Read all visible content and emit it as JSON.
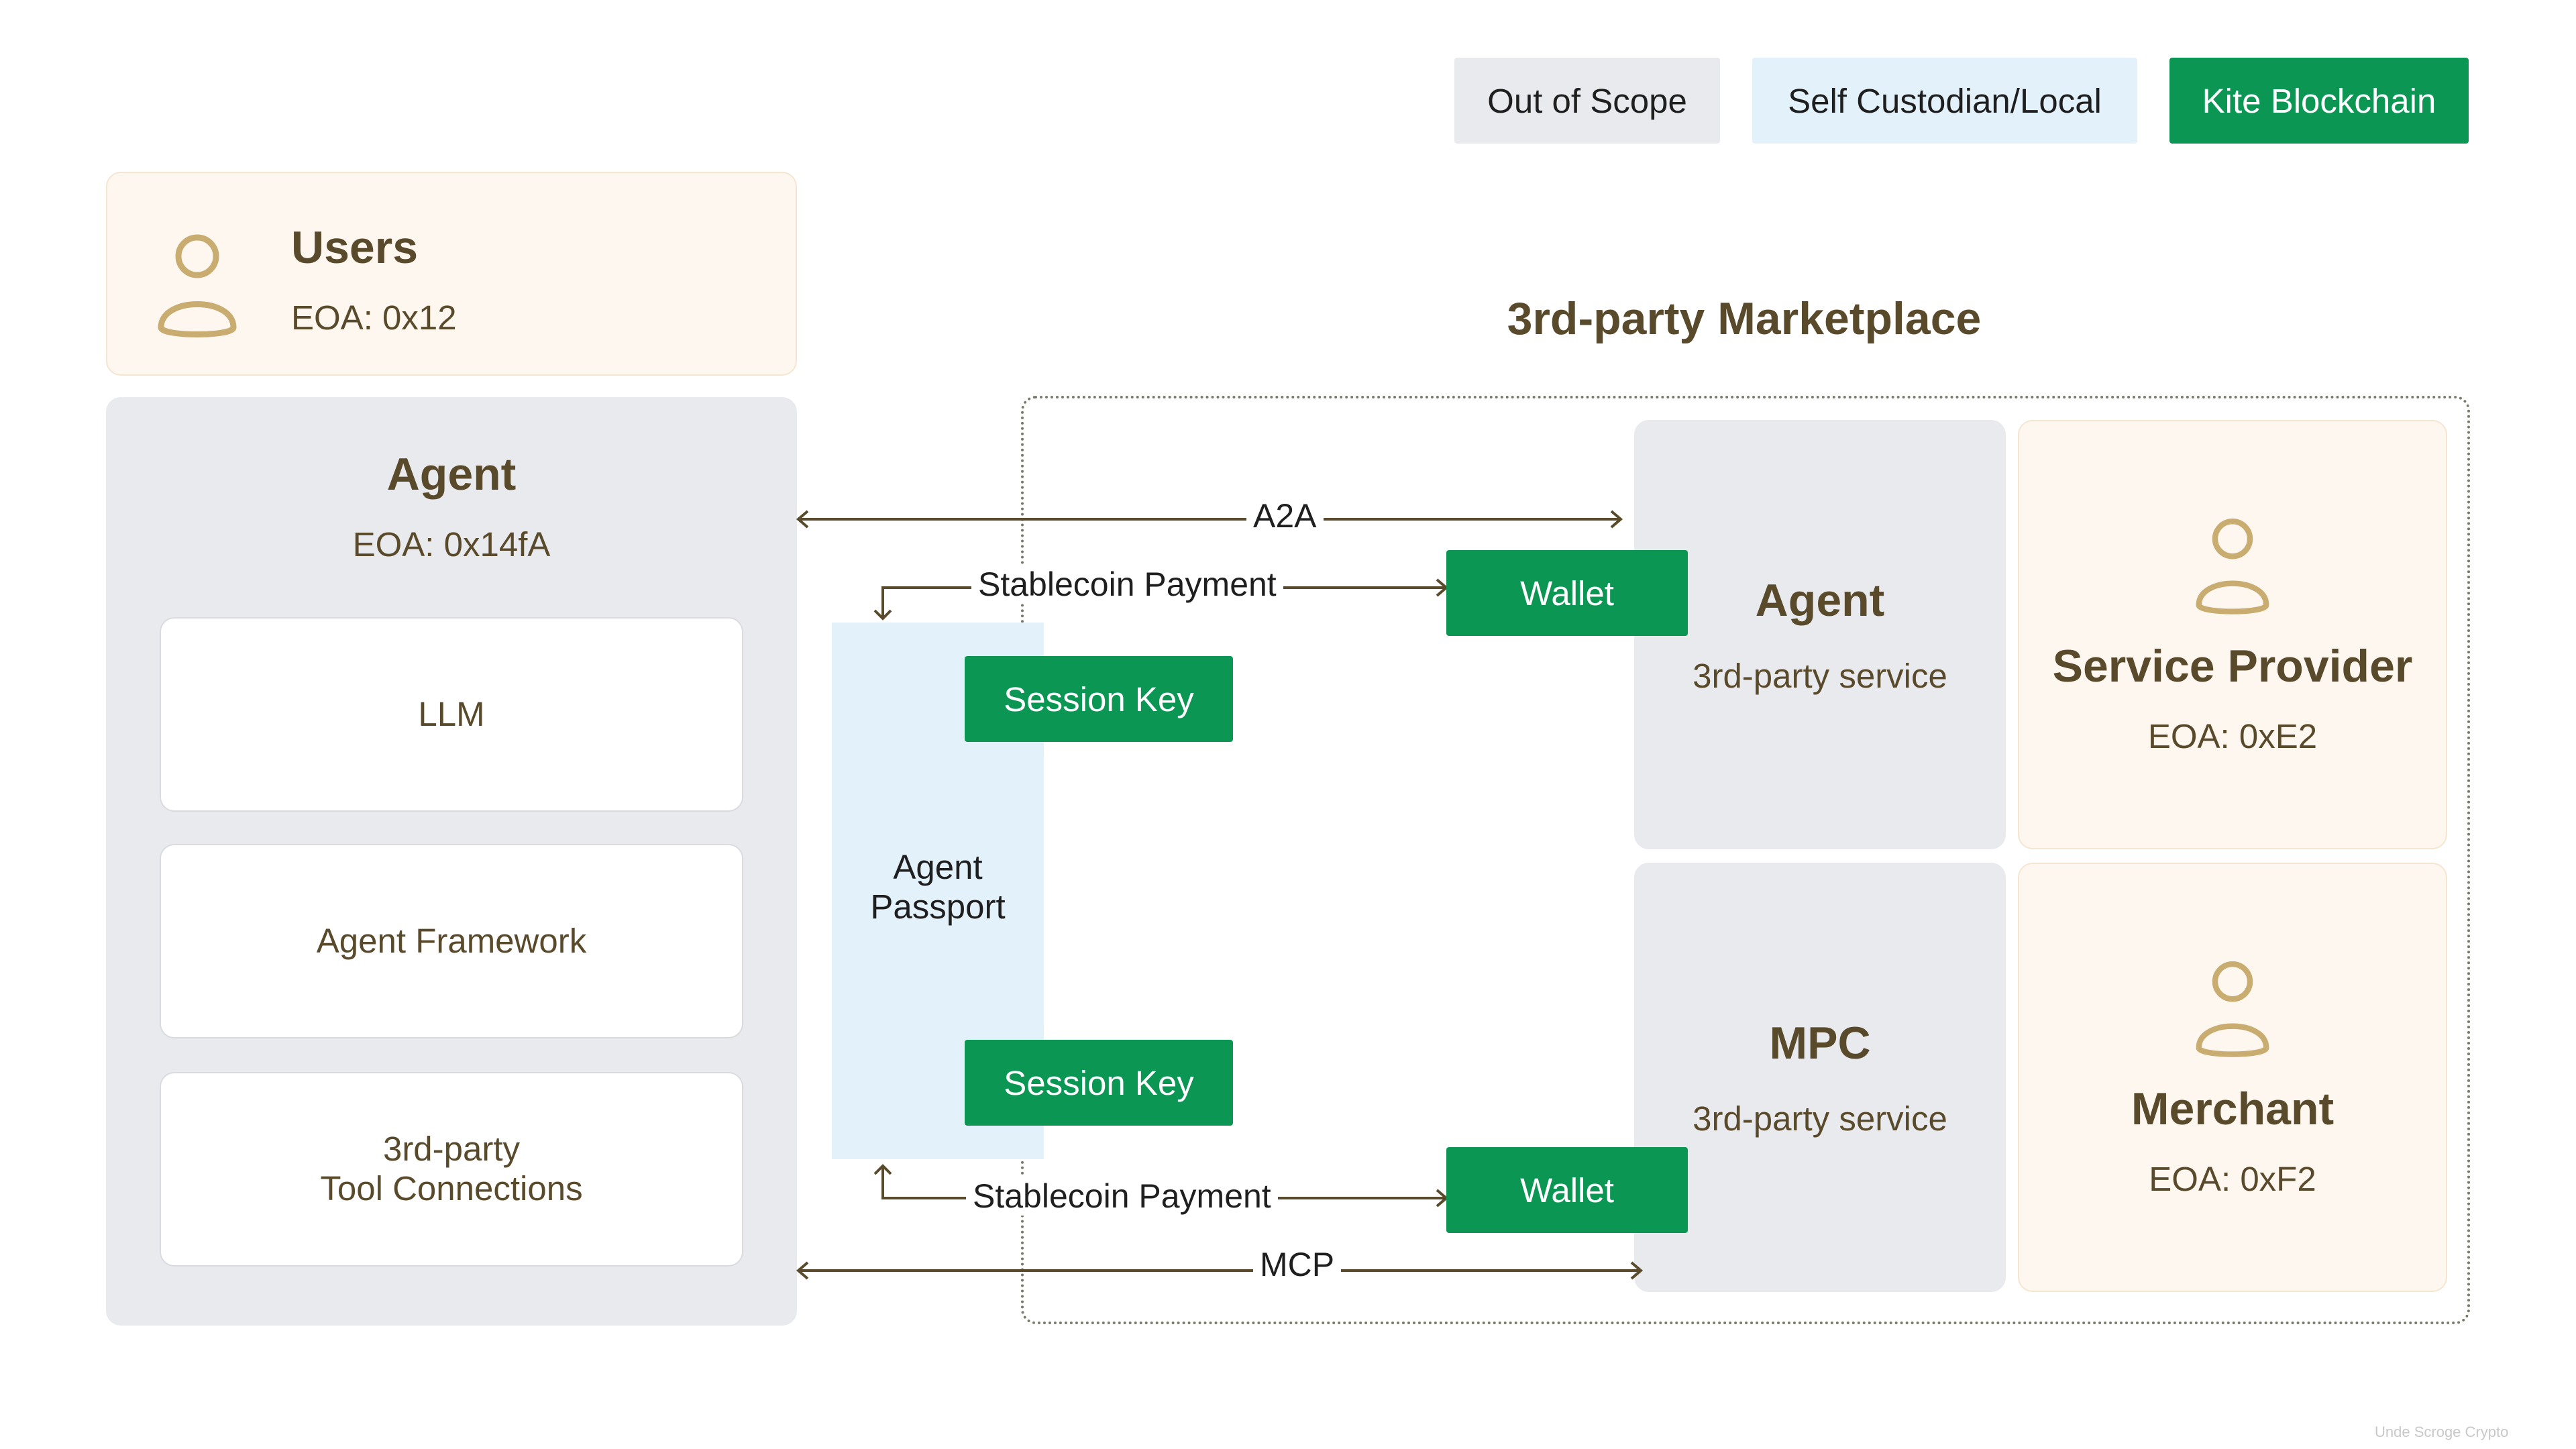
{
  "legend": {
    "out_of_scope": "Out of Scope",
    "self_custodian": "Self Custodian/Local",
    "kite_blockchain": "Kite Blockchain"
  },
  "colors": {
    "out_of_scope": "#e9eaed",
    "self_custodian": "#e3f1fb",
    "kite_blockchain": "#0c9654",
    "user_party": "#fdf7f0",
    "text_brown": "#5a4a2c"
  },
  "users": {
    "icon": "user-icon",
    "title": "Users",
    "eoa": "EOA: 0x12"
  },
  "agent": {
    "title": "Agent",
    "eoa": "EOA: 0x14fA",
    "components": [
      {
        "label": "LLM"
      },
      {
        "label": "Agent Framework"
      },
      {
        "label_line1": "3rd-party",
        "label_line2": "Tool Connections"
      }
    ]
  },
  "passport": {
    "line1": "Agent",
    "line2": "Passport",
    "session_key_top": "Session Key",
    "session_key_bottom": "Session Key"
  },
  "connections": {
    "a2a": "A2A",
    "stablecoin_top": "Stablecoin Payment",
    "stablecoin_bottom": "Stablecoin Payment",
    "mcp": "MCP",
    "wallet_top": "Wallet",
    "wallet_bottom": "Wallet"
  },
  "marketplace": {
    "title": "3rd-party Marketplace",
    "agent_service": {
      "title": "Agent",
      "subtitle": "3rd-party service"
    },
    "mpc_service": {
      "title": "MPC",
      "subtitle": "3rd-party service"
    },
    "service_provider": {
      "icon": "user-icon",
      "title": "Service Provider",
      "eoa": "EOA: 0xE2"
    },
    "merchant": {
      "icon": "user-icon",
      "title": "Merchant",
      "eoa": "EOA: 0xF2"
    }
  },
  "watermark": "Unde Scroge Crypto"
}
